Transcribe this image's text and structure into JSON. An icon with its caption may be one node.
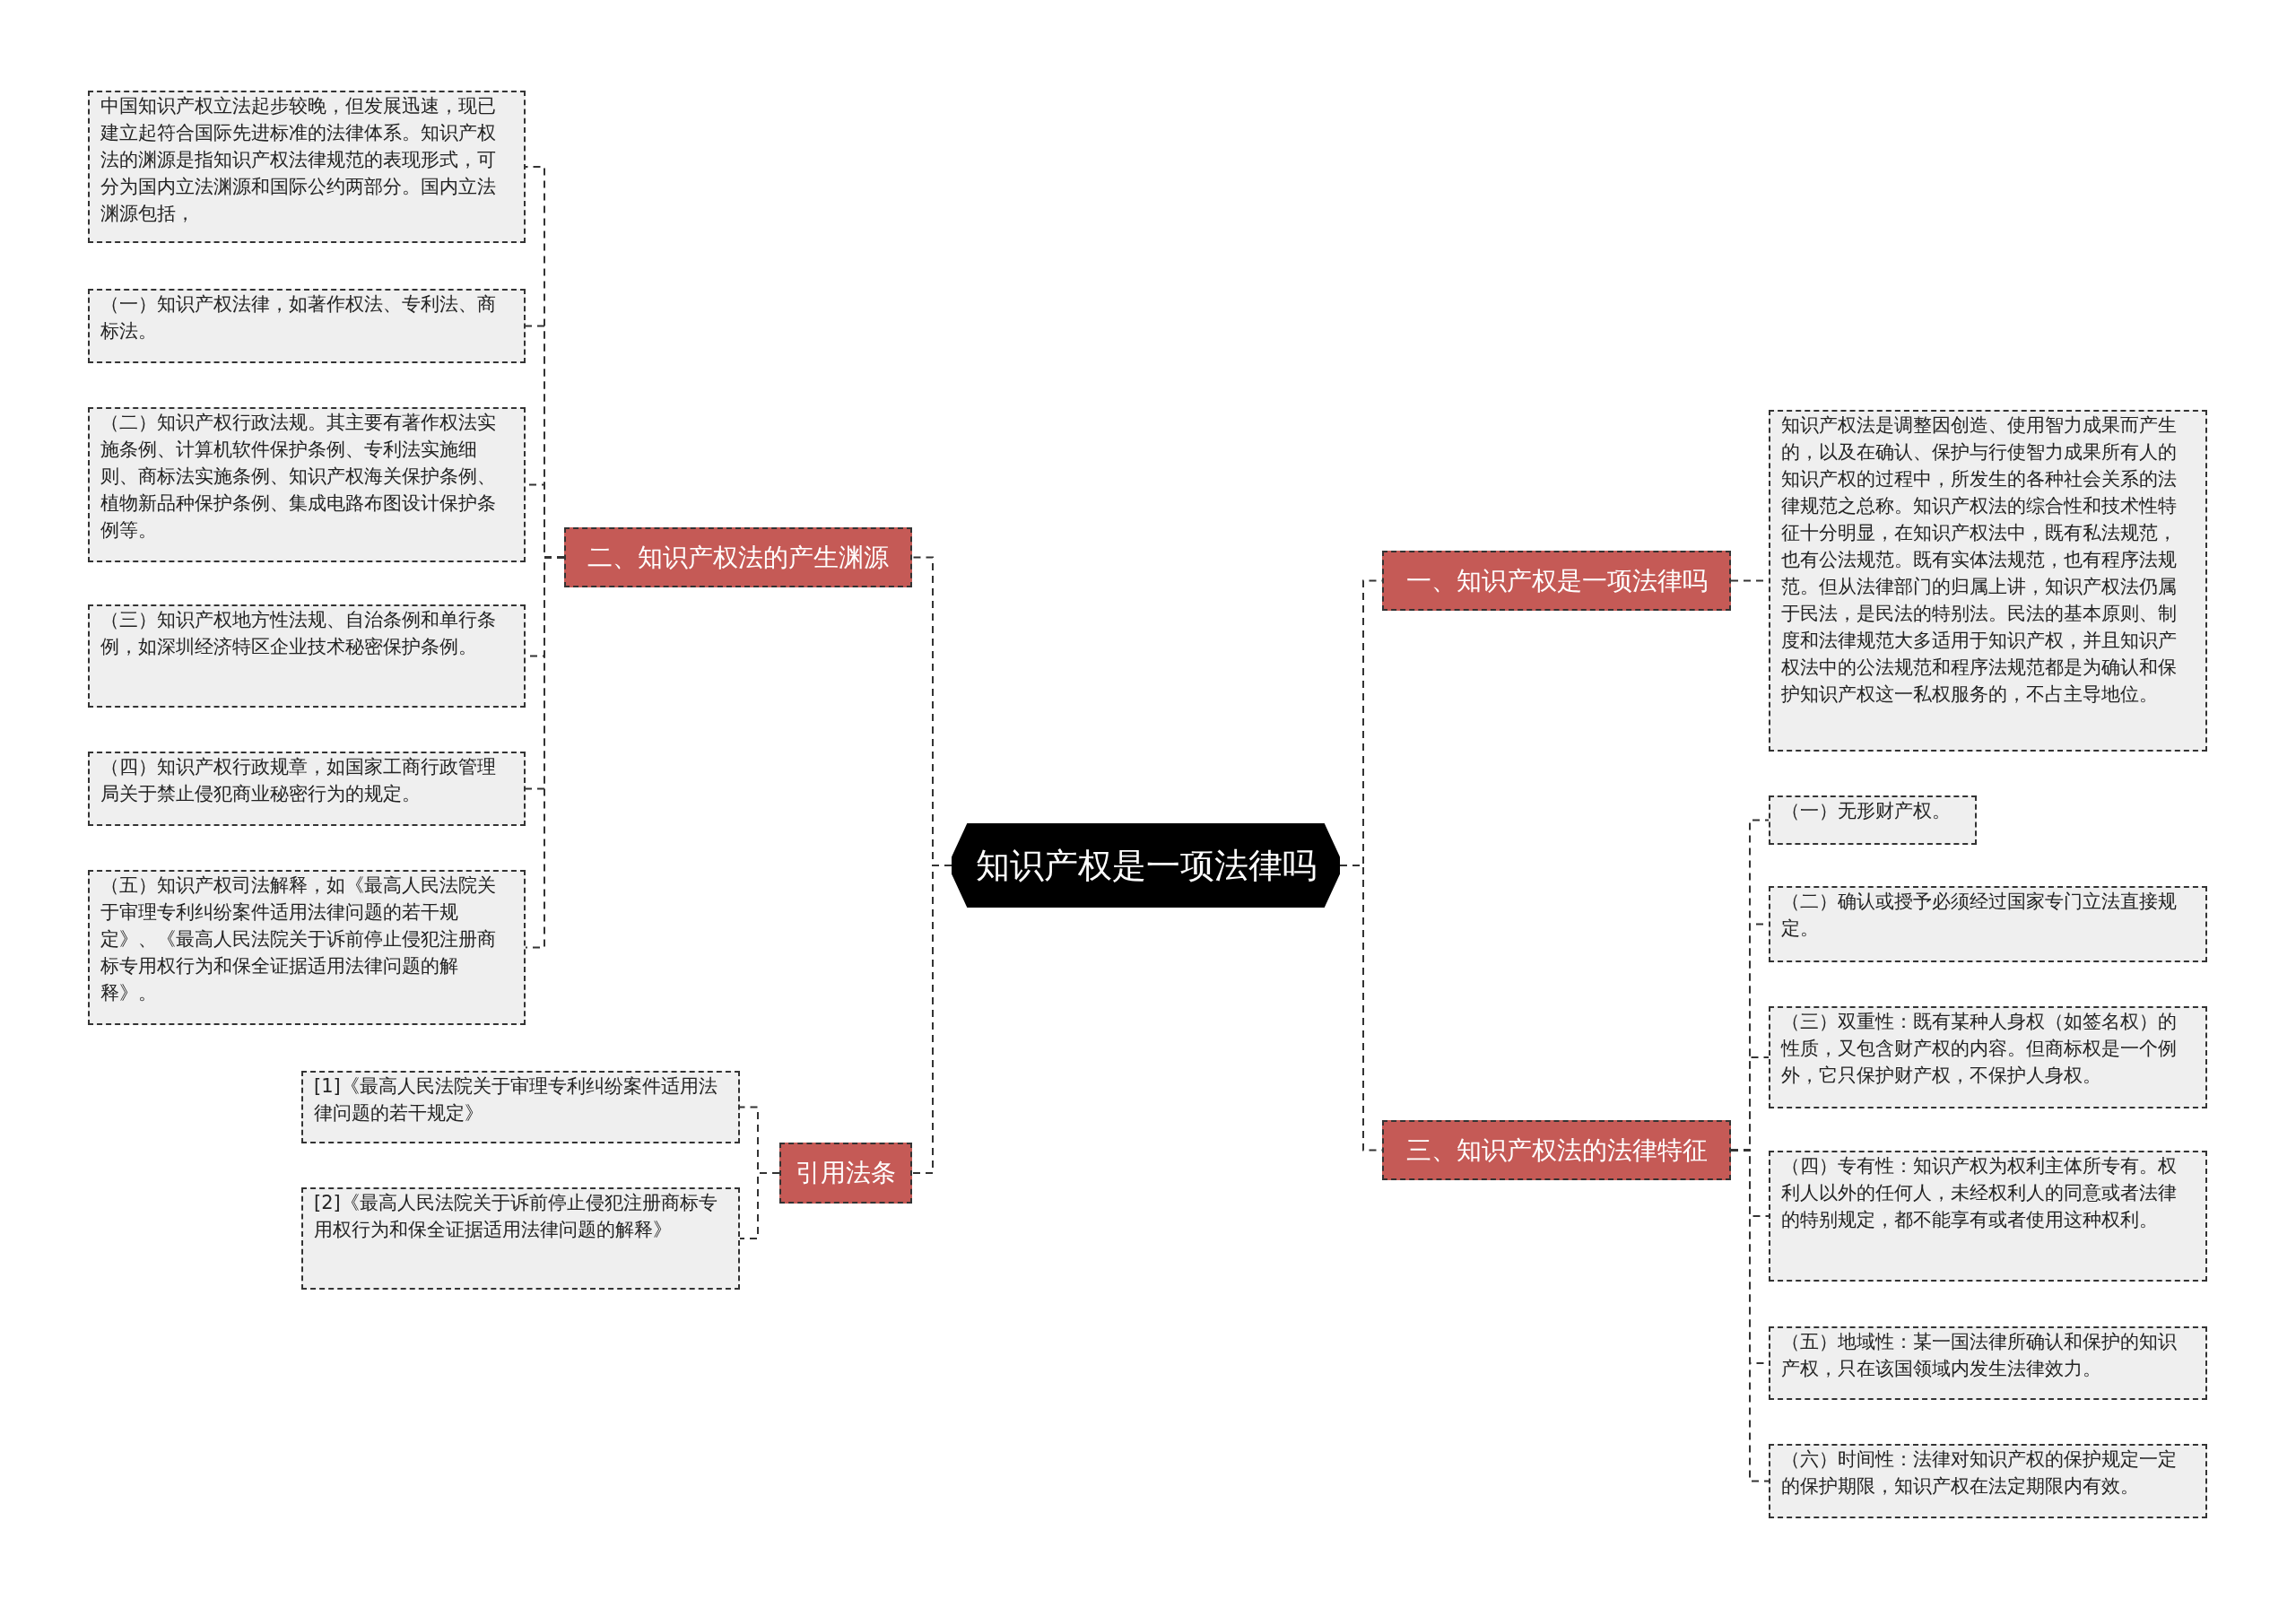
{
  "diagram": {
    "nodes": [
      {
        "text": [
          "知识产权是一项法律吗"
        ]
      },
      {
        "text": [
          "二、知识产权法的产生渊源"
        ]
      },
      {
        "text": [
          "中国知识产权立法起步较晚，但发展迅速，现已建立起符合国际先进标准的法律体系。知识产权法的渊源是指知识产权法律规范的表现形式，可分为国内立法渊源和国际公约两部分。国内立法渊源包括，"
        ]
      },
      {
        "text": [
          "（一）知识产权法律，如著作权法、专利法、商标法。"
        ]
      },
      {
        "text": [
          "（二）知识产权行政法规。其主要有著作权法实施条例、计算机软件保护条例、专利法实施细则、商标法实施条例、知识产权海关保护条例、植物新品种保护条例、集成电路布图设计保护条例等。"
        ]
      },
      {
        "text": [
          "（三）知识产权地方性法规、自治条例和单行条例，如深圳经济特区企业技术秘密保护条例。"
        ]
      },
      {
        "text": [
          "（四）知识产权行政规章，如国家工商行政管理局关于禁止侵犯商业秘密行为的规定。"
        ]
      },
      {
        "text": [
          "（五）知识产权司法解释，如《最高人民法院关于审理专利纠纷案件适用法律问题的若干规定》、《最高人民法院关于诉前停止侵犯注册商标专用权行为和保全证据适用法律问题的解释》。"
        ]
      },
      {
        "text": [
          "引用法条"
        ]
      },
      {
        "text": [
          "[1]《最高人民法院关于审理专利纠纷案件适用法律问题的若干规定》"
        ]
      },
      {
        "text": [
          "[2]《最高人民法院关于诉前停止侵犯注册商标专用权行为和保全证据适用法律问题的解释》"
        ]
      },
      {
        "text": [
          "一、知识产权是一项法律吗"
        ]
      },
      {
        "text": [
          "知识产权法是调整因创造、使用智力成果而产生的，以及在确认、保护与行使智力成果所有人的知识产权的过程中，所发生的各种社会关系的法律规范之总称。知识产权法的综合性和技术性特征十分明显，在知识产权法中，既有私法规范，也有公法规范。既有实体法规范，也有程序法规范。但从法律部门的归属上讲，知识产权法仍属于民法，是民法的特别法。民法的基本原则、制度和法律规范大多适用于知识产权，并且知识产权法中的公法规范和程序法规范都是为确认和保护知识产权这一私权服务的，不占主导地位。"
        ]
      },
      {
        "text": [
          "三、知识产权法的法律特征"
        ]
      },
      {
        "text": [
          "（一）无形财产权。"
        ]
      },
      {
        "text": [
          "（二）确认或授予必须经过国家专门立法直接规定。"
        ]
      },
      {
        "text": [
          "（三）双重性：既有某种人身权（如签名权）的性质，又包含财产权的内容。但商标权是一个例外，它只保护财产权，不保护人身权。"
        ]
      },
      {
        "text": [
          "（四）专有性：知识产权为权利主体所专有。权利人以外的任何人，未经权利人的同意或者法律的特别规定，都不能享有或者使用这种权利。"
        ]
      },
      {
        "text": [
          "（五）地域性：某一国法律所确认和保护的知识产权，只在该国领域内发生法律效力。"
        ]
      },
      {
        "text": [
          "（六）时间性：法律对知识产权的保护规定一定的保护期限，知识产权在法定期限内有效。"
        ]
      }
    ],
    "edges": [
      {
        "from": 0,
        "to": 1,
        "arrow": "none"
      },
      {
        "from": 1,
        "to": 2,
        "arrow": "none"
      },
      {
        "from": 1,
        "to": 3,
        "arrow": "none"
      },
      {
        "from": 1,
        "to": 4,
        "arrow": "none"
      },
      {
        "from": 1,
        "to": 5,
        "arrow": "none"
      },
      {
        "from": 1,
        "to": 6,
        "arrow": "none"
      },
      {
        "from": 1,
        "to": 7,
        "arrow": "none"
      },
      {
        "from": 0,
        "to": 8,
        "arrow": "none"
      },
      {
        "from": 8,
        "to": 9,
        "arrow": "none"
      },
      {
        "from": 8,
        "to": 10,
        "arrow": "none"
      },
      {
        "from": 0,
        "to": 11,
        "arrow": "none"
      },
      {
        "from": 11,
        "to": 12,
        "arrow": "none"
      },
      {
        "from": 0,
        "to": 13,
        "arrow": "none"
      },
      {
        "from": 13,
        "to": 14,
        "arrow": "none"
      },
      {
        "from": 13,
        "to": 15,
        "arrow": "none"
      },
      {
        "from": 13,
        "to": 16,
        "arrow": "none"
      },
      {
        "from": 13,
        "to": 17,
        "arrow": "none"
      },
      {
        "from": 13,
        "to": 18,
        "arrow": "none"
      },
      {
        "from": 13,
        "to": 19,
        "arrow": "none"
      }
    ]
  }
}
